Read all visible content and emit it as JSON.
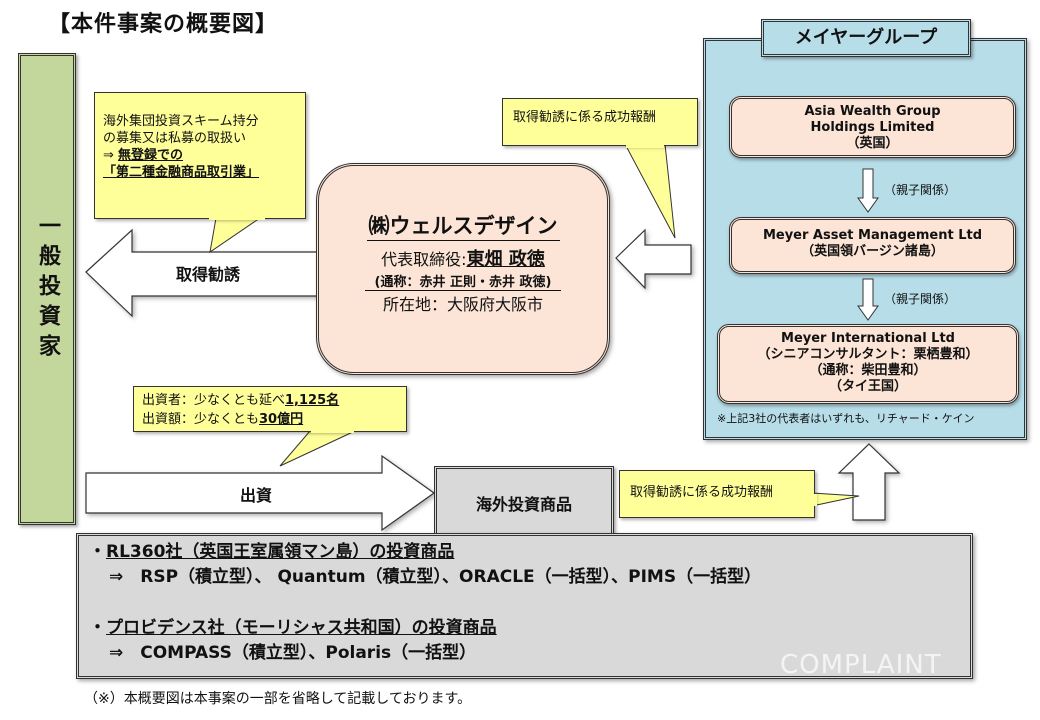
{
  "title": "【本件事案の概要図】",
  "investor": {
    "label": "一般投資家"
  },
  "solicitation_arrow": {
    "label": "取得勧誘"
  },
  "investment_arrow": {
    "label": "出資"
  },
  "callout_scheme": {
    "line1": "海外集団投資スキーム持分",
    "line2": "の募集又は私募の取扱い",
    "arrow": "⇒ ",
    "line3": "無登録での",
    "line4": "「第二種金融商品取引業」"
  },
  "callout_reward_top": {
    "text": "取得勧誘に係る成功報酬"
  },
  "callout_reward_bottom": {
    "text": "取得勧誘に係る成功報酬"
  },
  "callout_investors": {
    "line1_prefix": "出資者：少なくとも延べ",
    "line1_value": "1,125名",
    "line2_prefix": "出資額：少なくとも",
    "line2_value": "30億円"
  },
  "wealth_design": {
    "name": "㈱ウェルスデザイン",
    "rep_label": "代表取締役:",
    "rep_name": "東畑 政徳",
    "alias": "(通称：赤井 正則・赤井 政徳)",
    "address": "所在地：大阪府大阪市"
  },
  "meyer_group": {
    "title": "メイヤーグループ",
    "companies": [
      {
        "lines": [
          "Asia Wealth Group",
          "Holdings Limited",
          "（英国）"
        ]
      },
      {
        "lines": [
          "Meyer Asset Management Ltd",
          "（英国領バージン諸島）"
        ]
      },
      {
        "lines": [
          "Meyer International Ltd",
          "（シニアコンサルタント：栗栖豊和）",
          "（通称：柴田豊和）",
          "（タイ王国）"
        ]
      }
    ],
    "relation_label_1": "（親子関係）",
    "relation_label_2": "（親子関係）",
    "note": "※上記3社の代表者はいずれも、リチャード・ケイン"
  },
  "overseas_product": {
    "label": "海外投資商品"
  },
  "products": {
    "group1_title": "RL360社（英国王室属領マン島）の投資商品",
    "group1_items": "⇒　RSP（積立型）、 Quantum（積立型）、ORACLE（一括型）、PIMS（一括型）",
    "group2_title": "プロビデンス社（モーリシャス共和国）の投資商品",
    "group2_items": "⇒　COMPASS（積立型）、Polaris（一括型）",
    "bullet": "・"
  },
  "footnote": "（※）本概要図は本事案の一部を省略して記載しております。",
  "watermark": "COMPLAINT",
  "colors": {
    "investor_green": "#c3d69b",
    "callout_yellow": "#ffff99",
    "company_peach": "#fce4d6",
    "group_blue": "#b7dde8",
    "product_gray": "#d9d9d9"
  }
}
